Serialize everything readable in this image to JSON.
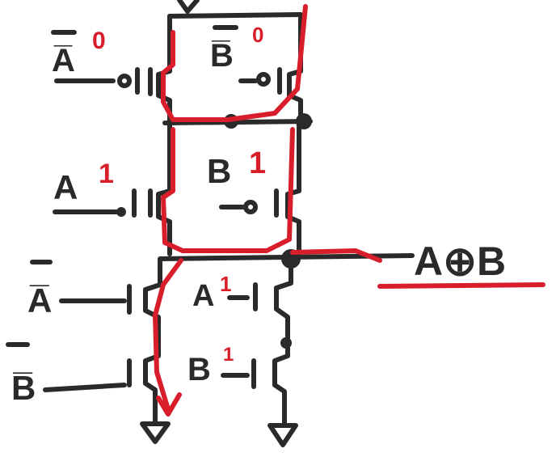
{
  "labels": {
    "pull_up_top_left_input": "A̅",
    "pull_up_top_left_value": "0",
    "pull_up_top_right_input": "B̅",
    "pull_up_top_right_value": "0",
    "pull_up_mid_left_input": "A",
    "pull_up_mid_left_value": "1",
    "pull_up_mid_right_input": "B",
    "pull_up_mid_right_value": "1",
    "output": "A⊕B",
    "pull_down_left_top_input": "A̅",
    "pull_down_left_bottom_input": "B̅",
    "pull_down_right_top_input": "A",
    "pull_down_right_top_value": "1",
    "pull_down_right_bottom_input": "B",
    "pull_down_right_bottom_value": "1"
  },
  "colors": {
    "ink": "#2a2a2a",
    "highlight": "#d81e2a",
    "background": "#ffffff"
  }
}
